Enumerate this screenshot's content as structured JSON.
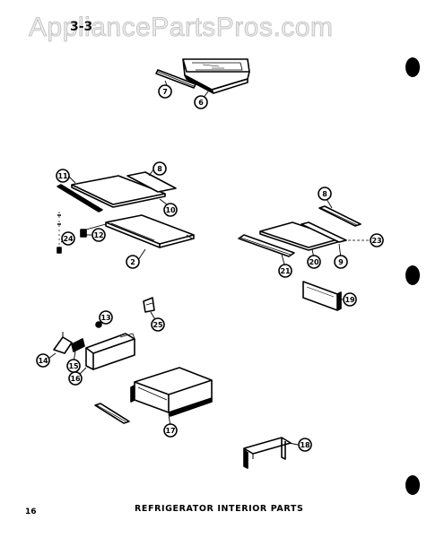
{
  "watermark": "AppliancePartsPros.com",
  "corner_code": "3-3",
  "page_number": "16",
  "footer_title": "REFRIGERATOR INTERIOR PARTS",
  "callouts": [
    "7",
    "6",
    "11",
    "8",
    "10",
    "24",
    "12",
    "2",
    "8",
    "23",
    "21",
    "20",
    "9",
    "19",
    "13",
    "25",
    "14",
    "15",
    "16",
    "17",
    "18"
  ]
}
